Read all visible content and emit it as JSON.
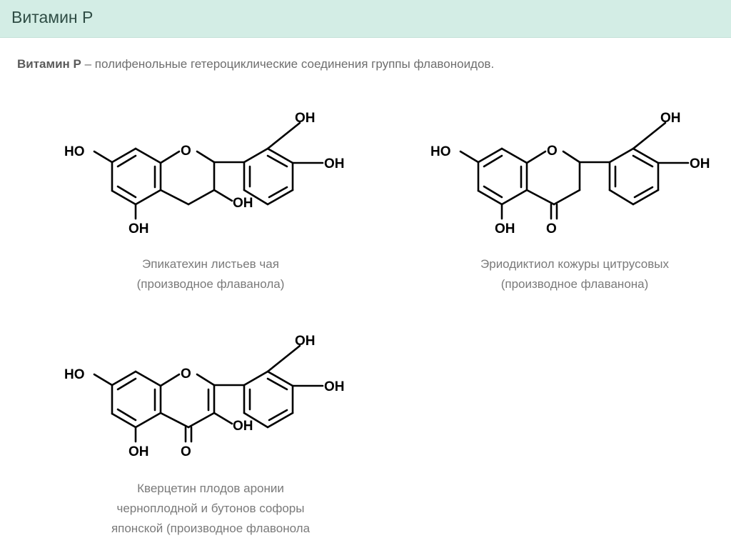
{
  "header": {
    "title": "Витамин Р"
  },
  "intro": {
    "term": "Витамин Р",
    "text": " – полифенольные гетероциклические соединения группы флавоноидов."
  },
  "atom_labels": {
    "ho": "HO",
    "oh": "OH",
    "o": "O"
  },
  "compounds": [
    {
      "caption_line1": "Эпикатехин листьев чая",
      "caption_line2": "(производное флаванола)"
    },
    {
      "caption_line1": "Эриодиктиол кожуры цитрусовых",
      "caption_line2": "(производное флаванона)"
    },
    {
      "caption_line1": "Кверцетин плодов аронии",
      "caption_line2": "черноплодной и бутонов софоры",
      "caption_line3": "японской (производное флавонола"
    }
  ]
}
